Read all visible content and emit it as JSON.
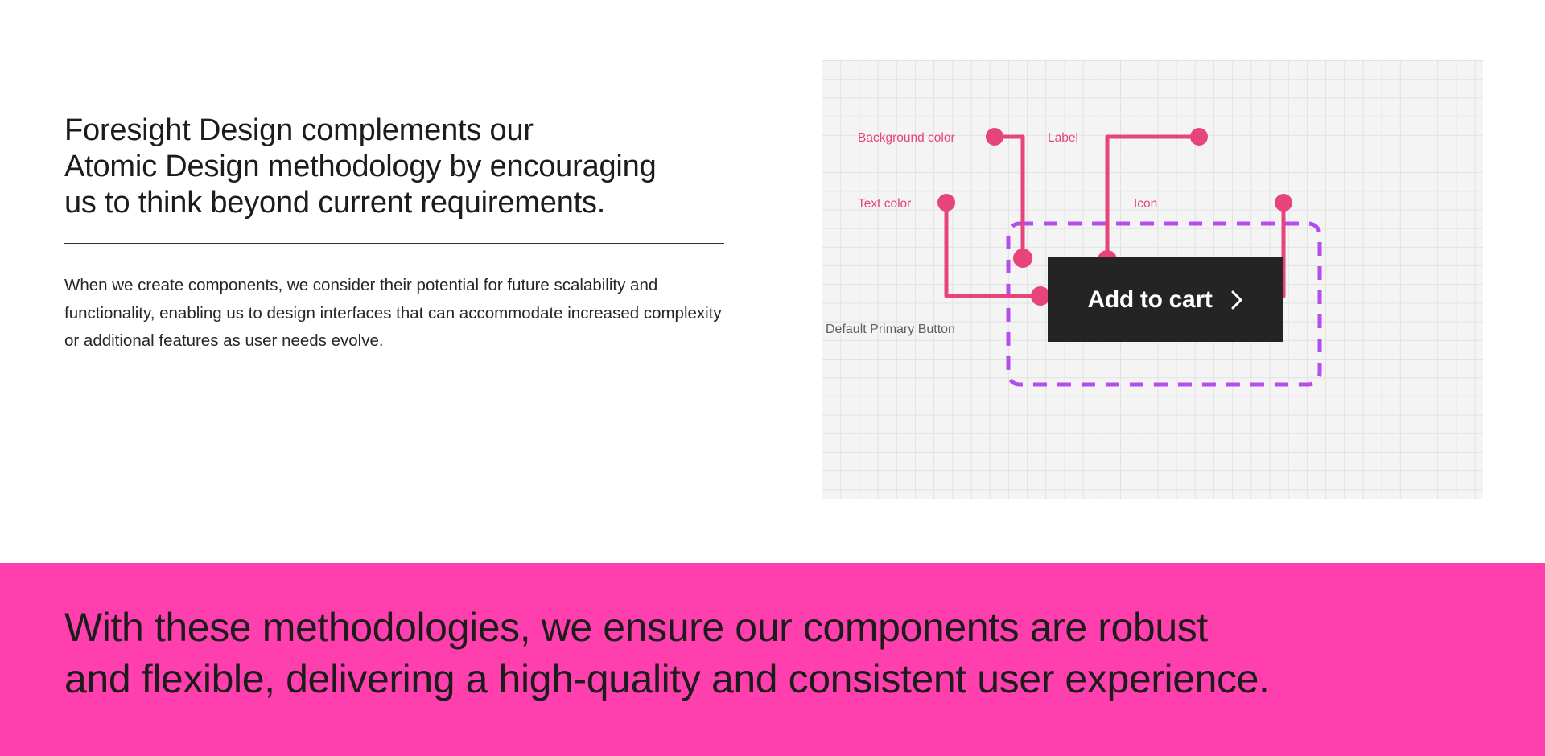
{
  "left": {
    "headline": "Foresight Design complements our\nAtomic Design methodology by encouraging\nus to think beyond current requirements.",
    "body": "When we create components, we consider their potential for future scalability and functionality, enabling us to design interfaces that can accommodate increased complexity or additional features as user needs evolve."
  },
  "diagram": {
    "annotations": {
      "background_color": "Background color",
      "text_color": "Text color",
      "label": "Label",
      "icon": "Icon"
    },
    "button": {
      "label": "Add to cart",
      "icon": "chevron-right-icon"
    },
    "caption": "Default Primary Button",
    "colors": {
      "annotation": "#e8447c",
      "dashed_box": "#b44cf0",
      "button_bg": "#242424",
      "button_text": "#ffffff",
      "panel_bg": "#f4f4f4",
      "grid_line": "#e2e2e2",
      "caption_text": "#5f5f5f"
    }
  },
  "banner": {
    "text": "With these methodologies, we ensure our components are robust\nand flexible, delivering a high-quality and consistent user experience.",
    "background": "#ff3fad",
    "text_color": "#1c1c1c"
  }
}
